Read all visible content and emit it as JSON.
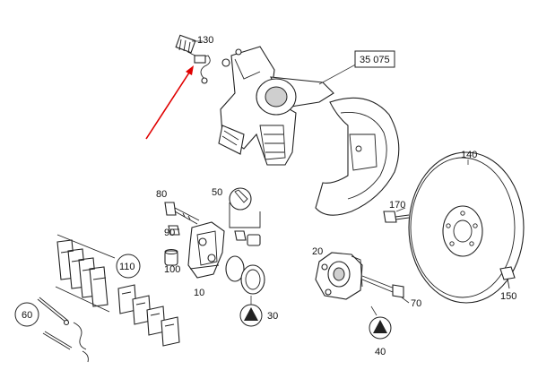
{
  "callouts": {
    "c130": "130",
    "c35075": "35 075",
    "c140": "140",
    "c170": "170",
    "c80": "80",
    "c50": "50",
    "c90": "90",
    "c100": "100",
    "c110": "110",
    "c10": "10",
    "c20": "20",
    "c70": "70",
    "c150": "150",
    "c60": "60",
    "c30": "30",
    "c40": "40"
  },
  "colors": {
    "pointer_arrow": "#e00000",
    "line_art": "#222222"
  },
  "pointer_target": "130"
}
